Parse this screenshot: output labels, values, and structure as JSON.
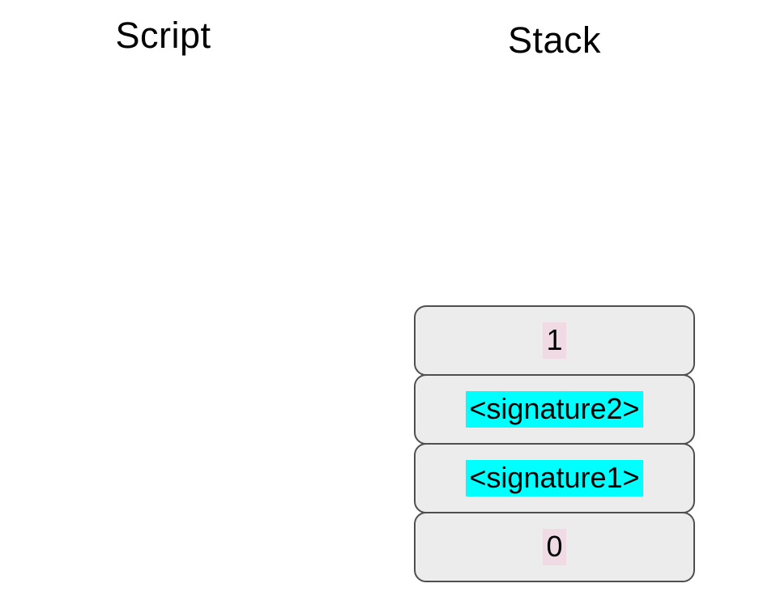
{
  "script_panel": {
    "title": "Script",
    "items": []
  },
  "stack_panel": {
    "title": "Stack",
    "items": [
      {
        "label": "1",
        "kind": "number",
        "highlight": "#f0dbe4"
      },
      {
        "label": "<signature2>",
        "kind": "signature",
        "highlight": "#00ffff"
      },
      {
        "label": "<signature1>",
        "kind": "signature",
        "highlight": "#00ffff"
      },
      {
        "label": "0",
        "kind": "number",
        "highlight": "#f0dbe4"
      }
    ]
  },
  "colors": {
    "page_background": "#ffffff",
    "box_fill": "#ececec",
    "box_border": "#4f4f4f",
    "highlight_number": "#f0dbe4",
    "highlight_signature": "#00ffff",
    "text": "#000000"
  }
}
